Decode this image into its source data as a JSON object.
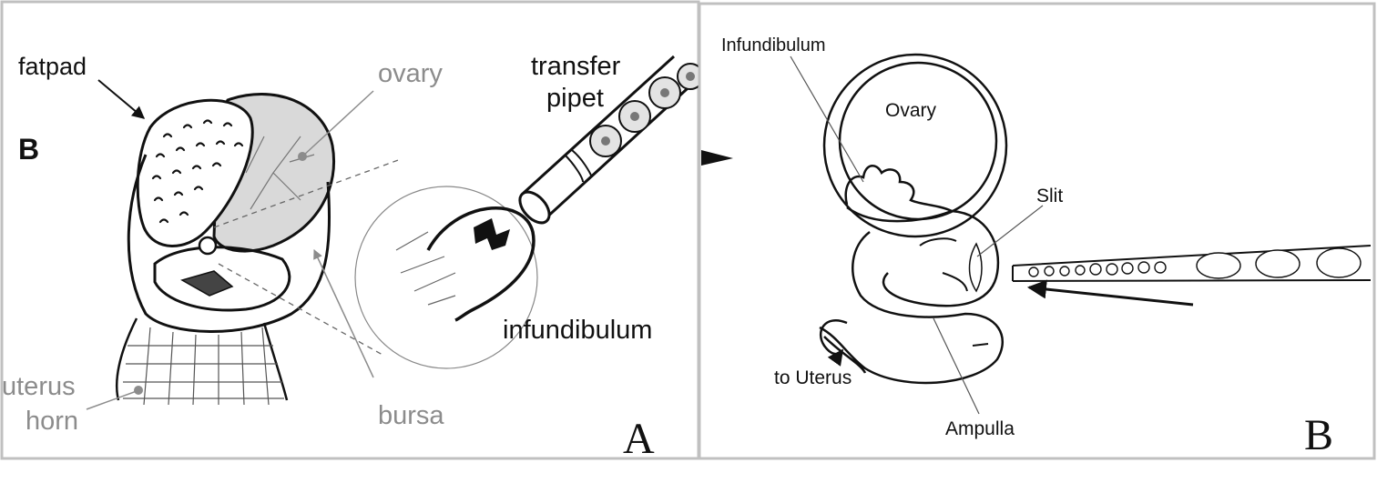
{
  "panel_a": {
    "label_fatpad": "fatpad",
    "label_b": "B",
    "label_ovary": "ovary",
    "label_transfer": "transfer",
    "label_pipet": "pipet",
    "label_infundibulum": "infundibulum",
    "label_uterus": "uterus",
    "label_horn": "horn",
    "label_bursa": "bursa",
    "panel_letter": "A"
  },
  "panel_b": {
    "label_infundibulum": "Infundibulum",
    "label_ovary": "Ovary",
    "label_slit": "Slit",
    "label_to_uterus": "to Uterus",
    "label_ampulla": "Ampulla",
    "panel_letter": "B"
  },
  "colors": {
    "ink": "#111111",
    "gray_label": "#8c8c8c",
    "tissue_fill": "#d9d9d9",
    "frame": "#c0c0c0"
  }
}
